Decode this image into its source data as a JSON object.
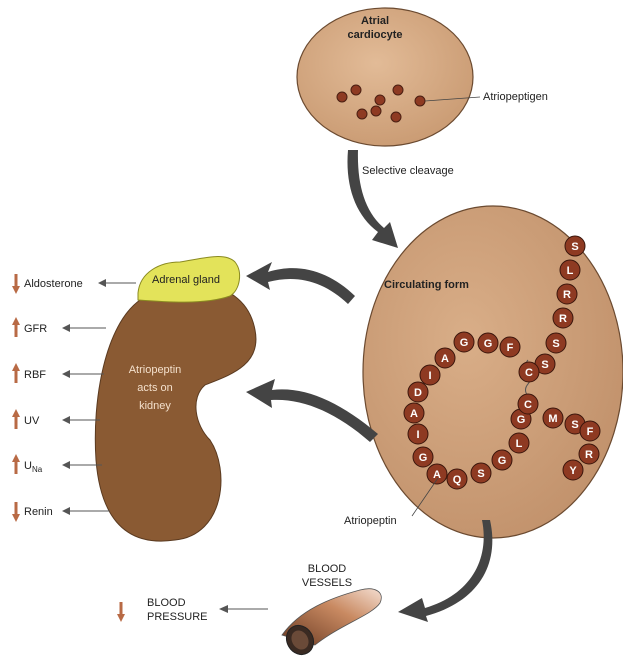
{
  "cell": {
    "title_line1": "Atrial",
    "title_line2": "cardiocyte",
    "granule_label": "Atriopeptigen"
  },
  "cleavage_label": "Selective cleavage",
  "circulating": {
    "title": "Circulating form",
    "peptide_label": "Atriopeptin",
    "residues": [
      "S",
      "L",
      "R",
      "R",
      "S",
      "S",
      "C",
      "F",
      "G",
      "G",
      "A",
      "I",
      "D",
      "A",
      "I",
      "G",
      "A",
      "Q",
      "S",
      "G",
      "L",
      "G",
      "C",
      "M",
      "S",
      "F",
      "R",
      "Y"
    ]
  },
  "kidney": {
    "adrenal_label": "Adrenal gland",
    "text_line1": "Atriopeptin",
    "text_line2": "acts on",
    "text_line3": "kidney"
  },
  "effects": [
    {
      "label": "Aldosterone",
      "sub": "",
      "direction": "down"
    },
    {
      "label": "GFR",
      "sub": "",
      "direction": "up"
    },
    {
      "label": "RBF",
      "sub": "",
      "direction": "up"
    },
    {
      "label": "UV",
      "sub": "",
      "direction": "up"
    },
    {
      "label": "U",
      "sub": "Na",
      "direction": "up"
    },
    {
      "label": "Renin",
      "sub": "",
      "direction": "down"
    }
  ],
  "vessels": {
    "label_line1": "BLOOD",
    "label_line2": "VESSELS",
    "pressure_line1": "BLOOD",
    "pressure_line2": "PRESSURE",
    "pressure_direction": "down"
  },
  "colors": {
    "cell_fill": "#d9ae88",
    "kidney_fill": "#8a5a33",
    "adrenal_fill": "#e3e35a",
    "residue_fill": "#8e3a22",
    "arrow_fill": "#444444",
    "trend_arrow": "#b86a45"
  }
}
